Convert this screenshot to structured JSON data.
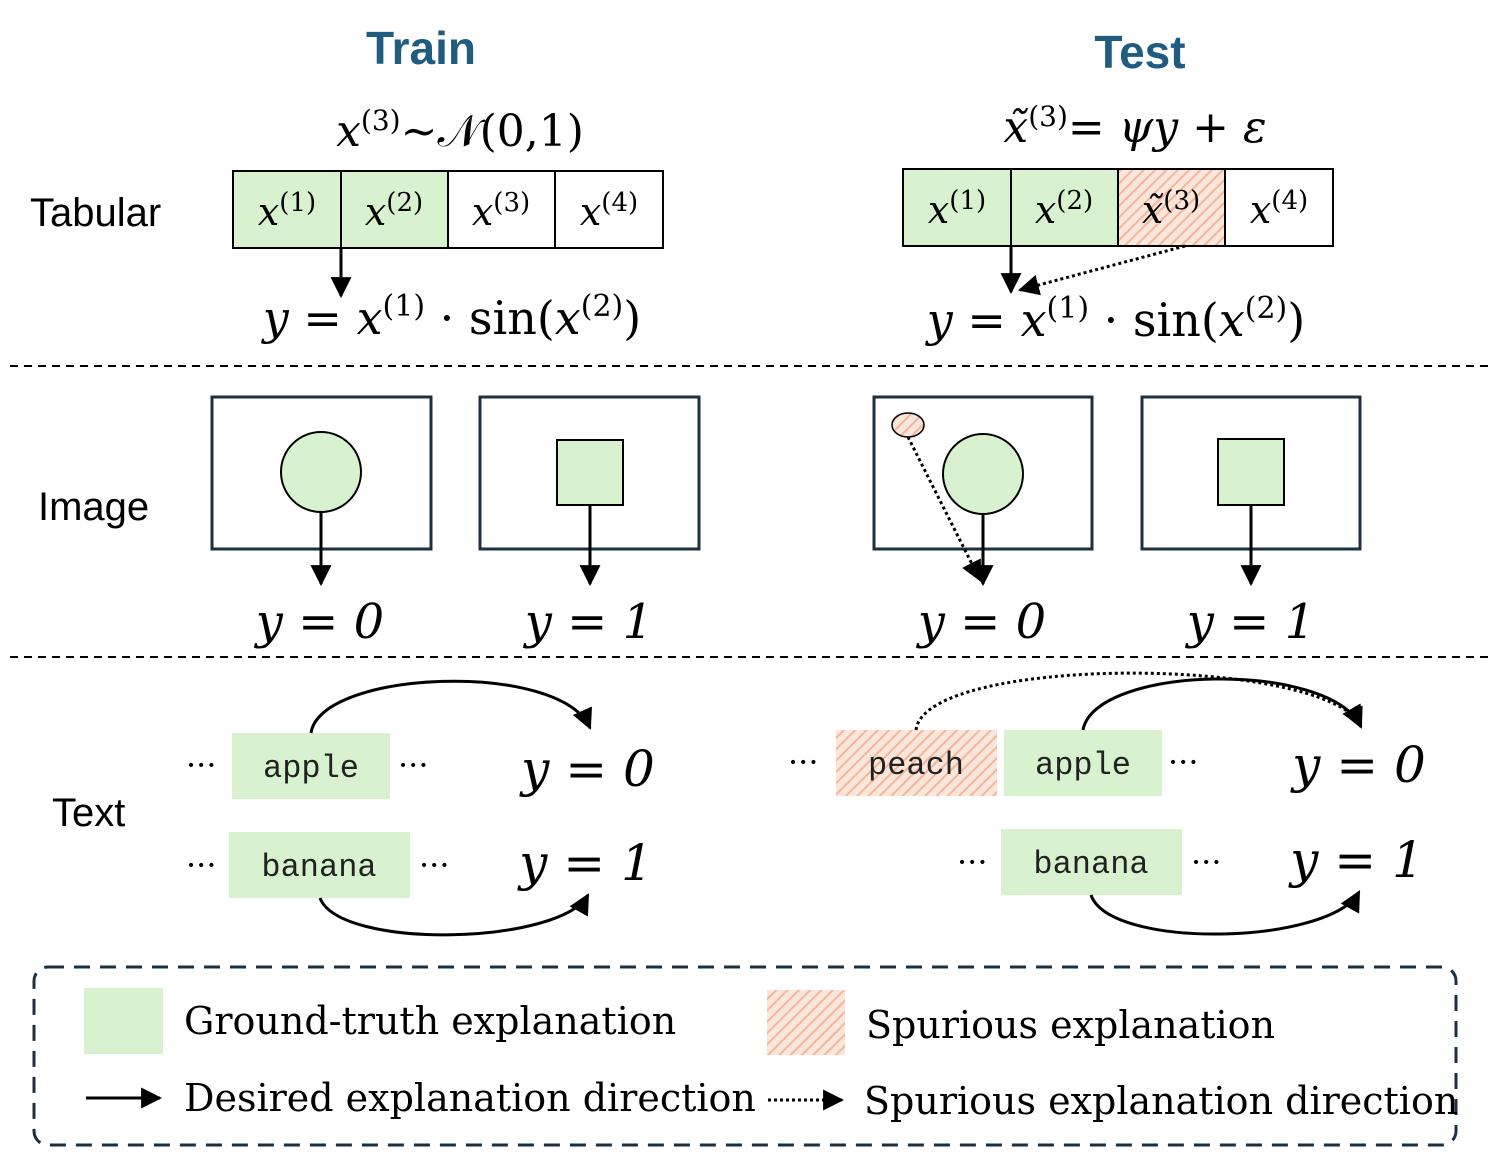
{
  "headers": {
    "train": "Train",
    "test": "Test"
  },
  "row_labels": {
    "tabular": "Tabular",
    "image": "Image",
    "text": "Text"
  },
  "tabular": {
    "train_dist_lhs": "x",
    "train_dist_lhs_sup": "(3)",
    "train_dist_rhs": "~𝒩(0,1)",
    "test_eq_lhs": "x̃",
    "test_eq_lhs_sup": "(3)",
    "test_eq_rhs": "= ψy + ε",
    "cells": [
      {
        "base": "x",
        "sup": "(1)"
      },
      {
        "base": "x",
        "sup": "(2)"
      },
      {
        "base": "x",
        "sup": "(3)"
      },
      {
        "base": "x",
        "sup": "(4)"
      }
    ],
    "test_cell3_base": "x̃",
    "formula": {
      "y_eq": "y = ",
      "x1": "x",
      "x1_sup": "(1)",
      "dot_sin": " · sin(",
      "x2": "x",
      "x2_sup": "(2)",
      "close": ")"
    }
  },
  "image_labels": [
    "y = 0",
    "y = 1",
    "y = 0",
    "y = 1"
  ],
  "text_row": {
    "ellipsis": "···",
    "train": [
      {
        "token": "apple",
        "label": "y = 0"
      },
      {
        "token": "banana",
        "label": "y = 1"
      }
    ],
    "test": [
      {
        "spurious_token": "peach",
        "token": "apple",
        "label": "y = 0"
      },
      {
        "token": "banana",
        "label": "y = 1"
      }
    ]
  },
  "legend": {
    "ground_truth": "Ground-truth explanation",
    "spurious": "Spurious explanation",
    "desired_direction": "Desired explanation direction",
    "spurious_direction": "Spurious explanation direction"
  },
  "colors": {
    "header_blue": "#1f5c80",
    "ground_truth_fill": "#d8f2d0",
    "spurious_hatch": "#f2b79a",
    "frame_dark": "#1e3040"
  }
}
